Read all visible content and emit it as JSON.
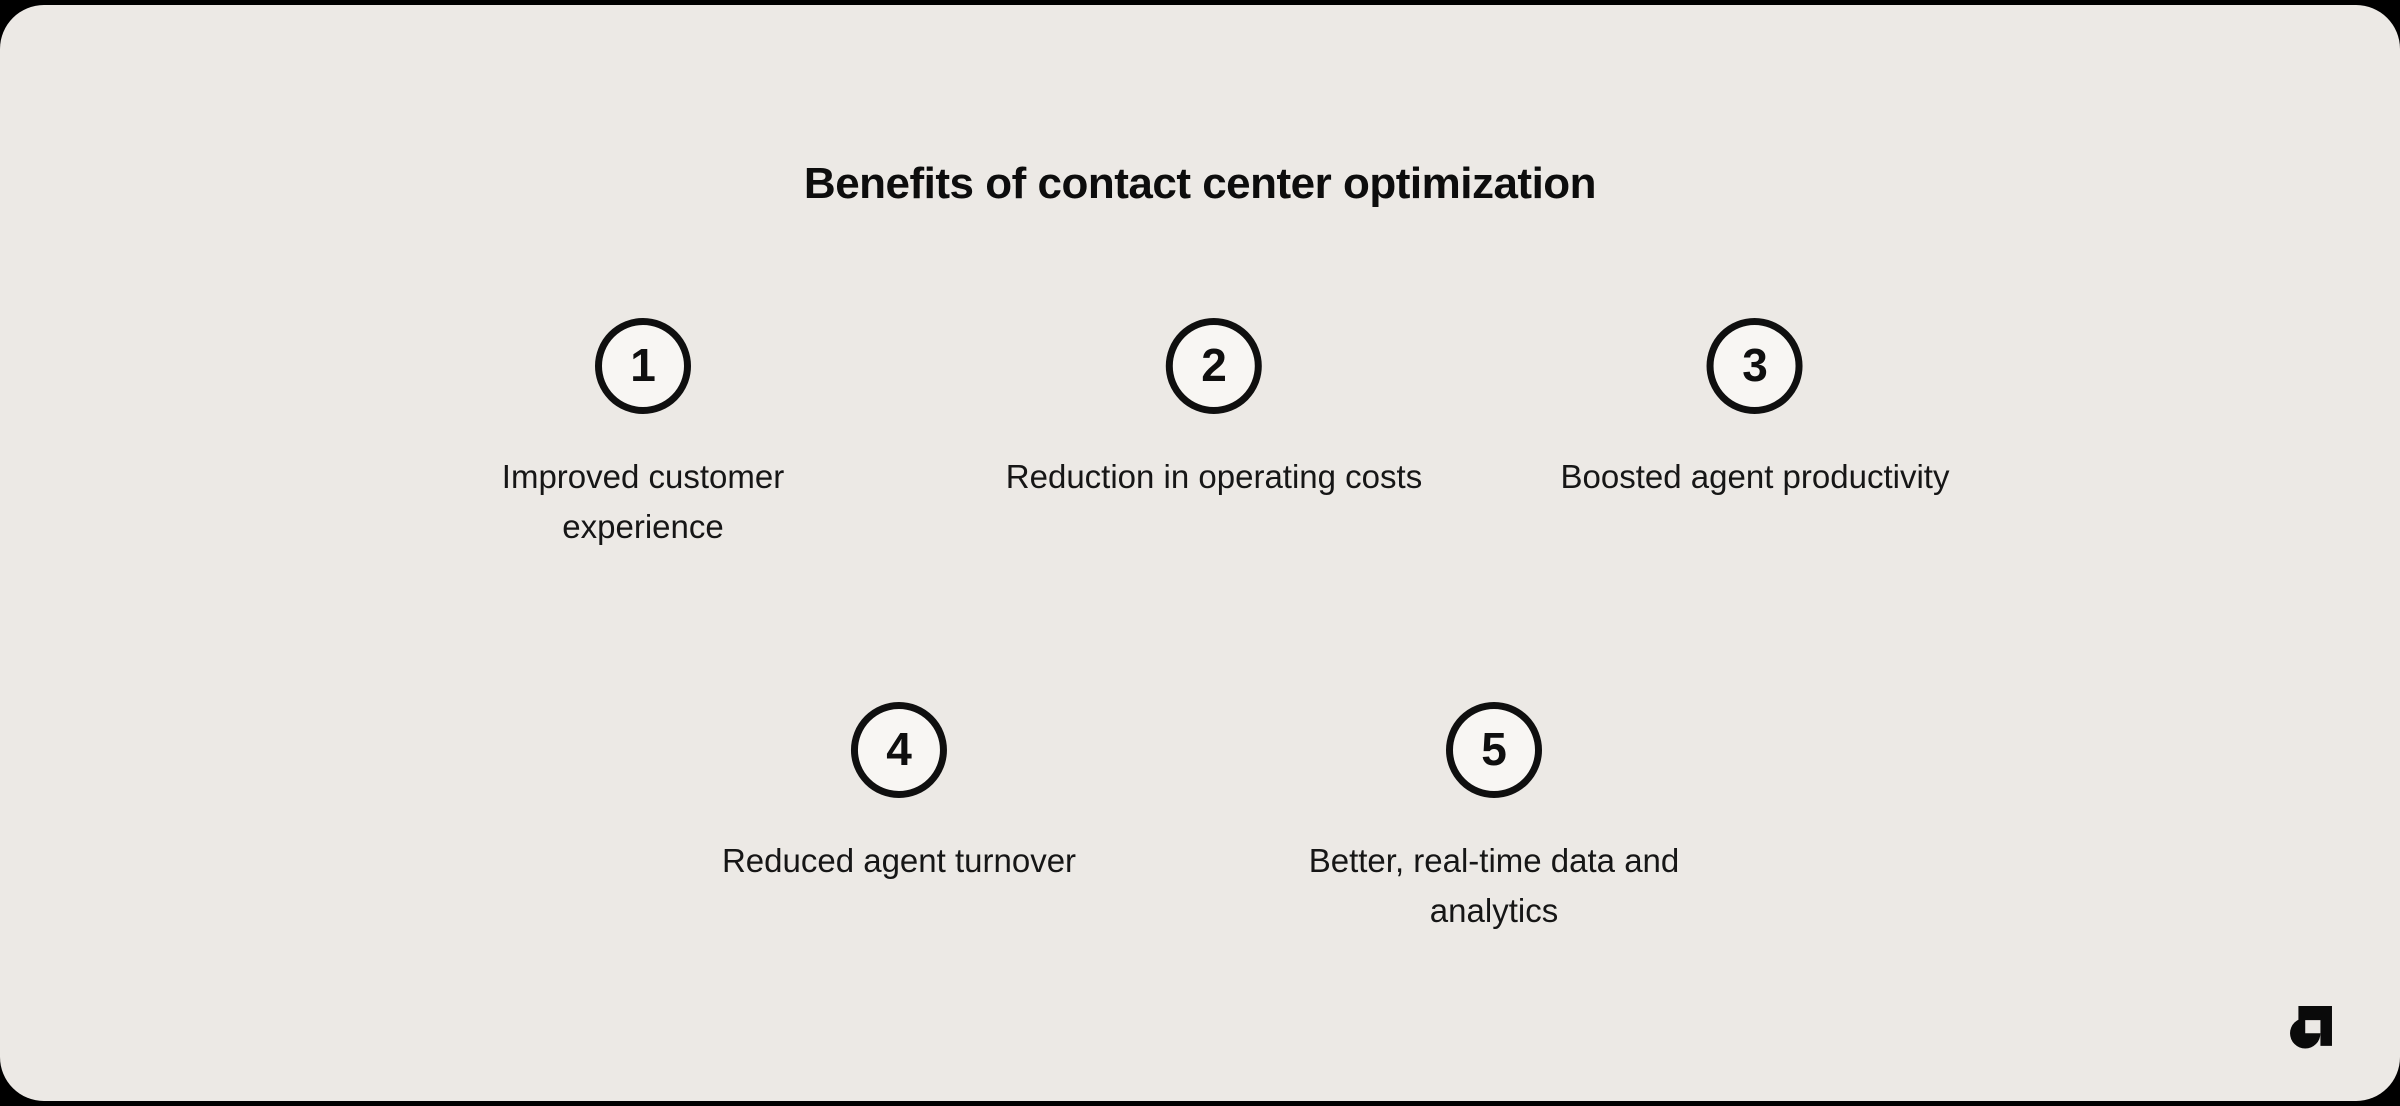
{
  "page": {
    "title": "Benefits of contact center optimization",
    "frame_color": "#000000",
    "card_background": "#ECE9E5",
    "text_color": "#161616",
    "circle_fill": "#F8F6F3",
    "circle_border": "#0f0f0f",
    "logo_icon": "a-mark-brand-logo"
  },
  "benefits": [
    {
      "number": "1",
      "label": "Improved customer experience"
    },
    {
      "number": "2",
      "label": "Reduction in operating costs"
    },
    {
      "number": "3",
      "label": "Boosted agent productivity"
    },
    {
      "number": "4",
      "label": "Reduced agent turnover"
    },
    {
      "number": "5",
      "label": "Better, real-time data and analytics"
    }
  ]
}
